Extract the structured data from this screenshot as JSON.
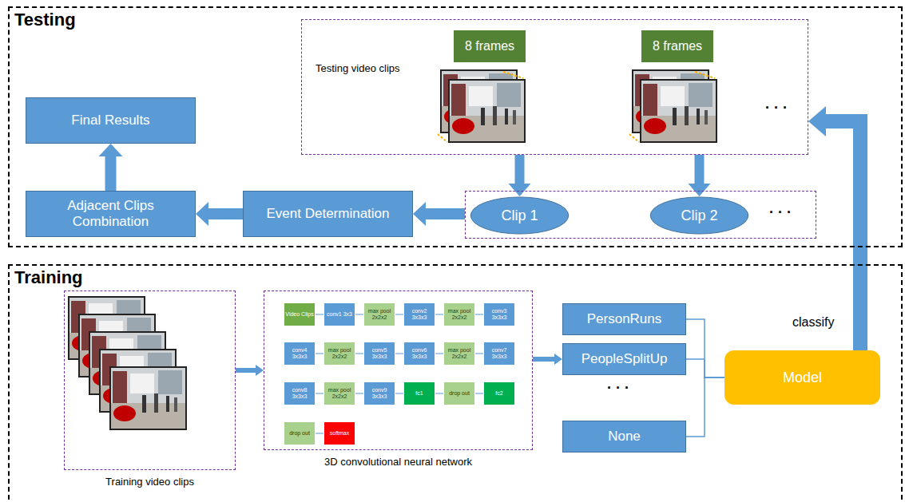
{
  "diagram": {
    "nodes": [
      {
        "text": [
          "Testing"
        ]
      },
      {
        "text": [
          "Testing video clips",
          "· · ·"
        ],
        "in": 0
      },
      {
        "text": [
          "8 frames"
        ],
        "in": 1
      },
      {
        "text": [
          "8 frames"
        ],
        "in": 1
      },
      {
        "text": [
          "Final Results"
        ],
        "in": 0
      },
      {
        "text": [
          "Adjacent Clips Combination"
        ],
        "in": 0
      },
      {
        "text": [
          "Event Determination"
        ],
        "in": 0
      },
      {
        "text": [
          "· · ·"
        ],
        "in": 0
      },
      {
        "text": [
          "Clip 1"
        ],
        "in": 7
      },
      {
        "text": [
          "Clip 2"
        ],
        "in": 7
      },
      {
        "text": [
          "Training"
        ]
      },
      {
        "text": [
          "Training video clips"
        ],
        "in": 10
      },
      {
        "text": [
          "3D convolutional neural network"
        ],
        "in": 10
      },
      {
        "text": [
          "Video Clips"
        ],
        "in": 12
      },
      {
        "text": [
          "conv1 3x3"
        ],
        "in": 12
      },
      {
        "text": [
          "max pool 2x2x2"
        ],
        "in": 12
      },
      {
        "text": [
          "conv2 3x3x3"
        ],
        "in": 12
      },
      {
        "text": [
          "max pool 2x2x2"
        ],
        "in": 12
      },
      {
        "text": [
          "conv3 3x3x3"
        ],
        "in": 12
      },
      {
        "text": [
          "conv4 3x3x3"
        ],
        "in": 12
      },
      {
        "text": [
          "max pool 2x2x2"
        ],
        "in": 12
      },
      {
        "text": [
          "conv5 3x3x3"
        ],
        "in": 12
      },
      {
        "text": [
          "conv6 3x3x3"
        ],
        "in": 12
      },
      {
        "text": [
          "max pool 2x2x2"
        ],
        "in": 12
      },
      {
        "text": [
          "conv7 3x3x3"
        ],
        "in": 12
      },
      {
        "text": [
          "conv8 3x3x3"
        ],
        "in": 12
      },
      {
        "text": [
          "max pool 2x2x2"
        ],
        "in": 12
      },
      {
        "text": [
          "conv9 3x3x3"
        ],
        "in": 12
      },
      {
        "text": [
          "fc1"
        ],
        "in": 12
      },
      {
        "text": [
          "drop out"
        ],
        "in": 12
      },
      {
        "text": [
          "fc2"
        ],
        "in": 12
      },
      {
        "text": [
          "drop out"
        ],
        "in": 12
      },
      {
        "text": [
          "softmax"
        ],
        "in": 12
      },
      {
        "text": [
          "PersonRuns"
        ],
        "in": 10
      },
      {
        "text": [
          "PeopleSplitUp"
        ],
        "in": 10
      },
      {
        "text": [
          "None"
        ],
        "in": 10
      },
      {
        "text": [
          "Model"
        ],
        "in": 10
      }
    ],
    "edges": [
      {
        "from": 1,
        "to": 8,
        "arrow": "to"
      },
      {
        "from": 1,
        "to": 9,
        "arrow": "to"
      },
      {
        "from": 7,
        "to": 6,
        "arrow": "to"
      },
      {
        "from": 6,
        "to": 5,
        "arrow": "to"
      },
      {
        "from": 5,
        "to": 4,
        "arrow": "to"
      },
      {
        "from": 11,
        "to": 12,
        "arrow": "to"
      },
      {
        "from": 12,
        "to": 34,
        "arrow": "to"
      },
      {
        "from": 33,
        "to": 36,
        "arrow": "none"
      },
      {
        "from": 34,
        "to": 36,
        "arrow": "none"
      },
      {
        "from": 35,
        "to": 36,
        "arrow": "none"
      },
      {
        "from": 36,
        "to": 1,
        "label": "classify",
        "arrow": "to"
      },
      {
        "from": 13,
        "to": 14,
        "arrow": "none"
      },
      {
        "from": 14,
        "to": 15,
        "arrow": "none"
      },
      {
        "from": 15,
        "to": 16,
        "arrow": "none"
      },
      {
        "from": 16,
        "to": 17,
        "arrow": "none"
      },
      {
        "from": 17,
        "to": 18,
        "arrow": "none"
      },
      {
        "from": 19,
        "to": 20,
        "arrow": "none"
      },
      {
        "from": 20,
        "to": 21,
        "arrow": "none"
      },
      {
        "from": 21,
        "to": 22,
        "arrow": "none"
      },
      {
        "from": 22,
        "to": 23,
        "arrow": "none"
      },
      {
        "from": 23,
        "to": 24,
        "arrow": "none"
      },
      {
        "from": 25,
        "to": 26,
        "arrow": "none"
      },
      {
        "from": 26,
        "to": 27,
        "arrow": "none"
      },
      {
        "from": 27,
        "to": 28,
        "arrow": "none"
      },
      {
        "from": 28,
        "to": 29,
        "arrow": "none"
      },
      {
        "from": 29,
        "to": 30,
        "arrow": "none"
      },
      {
        "from": 31,
        "to": 32,
        "arrow": "none"
      }
    ],
    "labels": [
      "· · ·"
    ]
  }
}
